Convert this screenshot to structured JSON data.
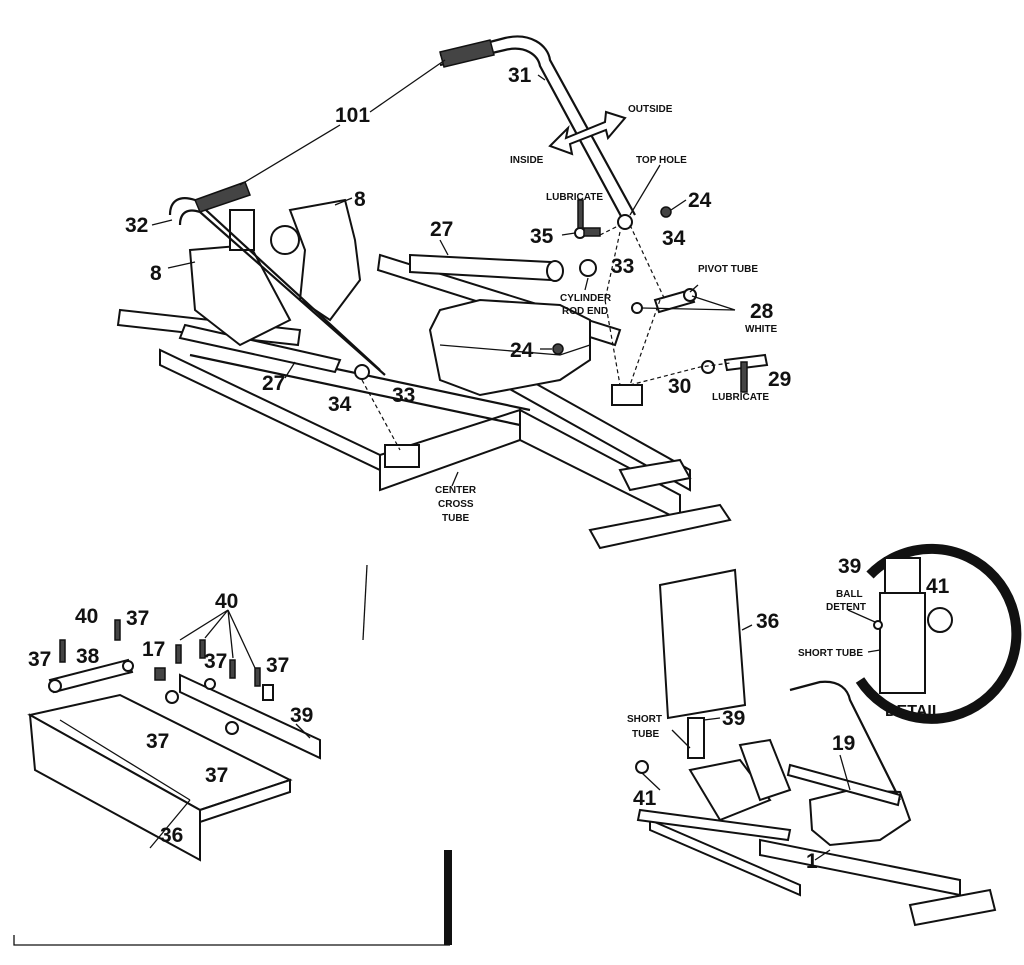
{
  "callouts": {
    "n101": "101",
    "n31": "31",
    "n32": "32",
    "n8a": "8",
    "n8b": "8",
    "n27a": "27",
    "n27b": "27",
    "n35": "35",
    "n33a": "33",
    "n33b": "33",
    "n34a": "34",
    "n34b": "34",
    "n24a": "24",
    "n24b": "24",
    "n28": "28",
    "n30": "30",
    "n29": "29",
    "n40a": "40",
    "n40b": "40",
    "n37a": "37",
    "n37b": "37",
    "n37c": "37",
    "n37d": "37",
    "n37e": "37",
    "n37f": "37",
    "n38": "38",
    "n17": "17",
    "n39a": "39",
    "n39b": "39",
    "n39c": "39",
    "n36a": "36",
    "n36b": "36",
    "n41a": "41",
    "n41b": "41",
    "n19": "19",
    "n1": "1"
  },
  "labels": {
    "outside": "OUTSIDE",
    "inside": "INSIDE",
    "top_hole": "TOP HOLE",
    "lubricate_top": "LUBRICATE",
    "lubricate_bottom": "LUBRICATE",
    "cylinder_rod_end_1": "CYLINDER",
    "cylinder_rod_end_2": "ROD END",
    "pivot_tube": "PIVOT TUBE",
    "white": "WHITE",
    "center_cross_tube_1": "CENTER",
    "center_cross_tube_2": "CROSS",
    "center_cross_tube_3": "TUBE",
    "ball_detent_1": "BALL",
    "ball_detent_2": "DETENT",
    "short_tube_detail": "SHORT TUBE",
    "short_tube_1": "SHORT",
    "short_tube_2": "TUBE",
    "detail": "DETAIL"
  }
}
